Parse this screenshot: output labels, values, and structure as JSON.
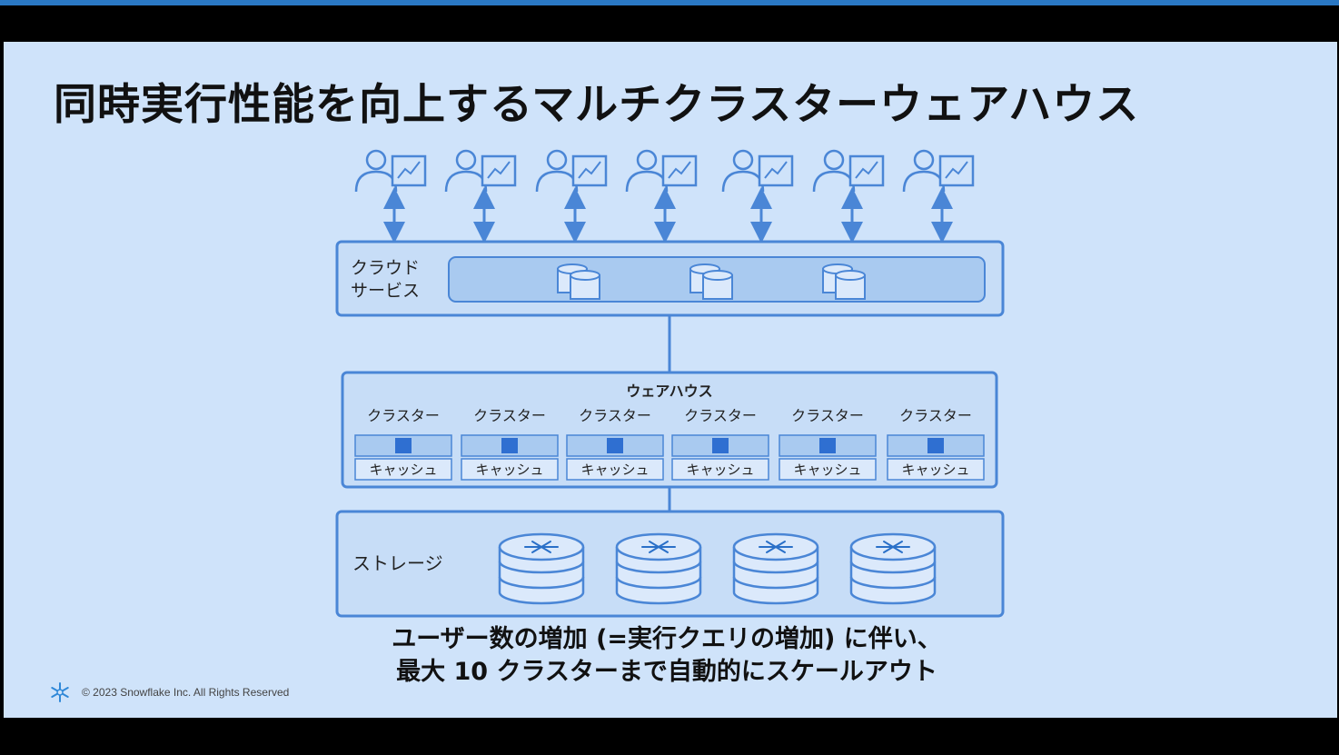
{
  "slide": {
    "title": "同時実行性能を向上するマルチクラスターウェアハウス",
    "footer": "© 2023 Snowflake Inc. All Rights Reserved",
    "caption_line1": "ユーザー数の増加 (=実行クエリの増加) に伴い、",
    "caption_line2": "最大 10 クラスターまで自動的にスケールアウト"
  },
  "diagram": {
    "user_count": 7,
    "cloud_services": {
      "label_line1": "クラウド",
      "label_line2": "サービス",
      "db_icon_count": 3
    },
    "warehouse": {
      "title": "ウェアハウス",
      "clusters": [
        {
          "label": "クラスター",
          "cache": "キャッシュ"
        },
        {
          "label": "クラスター",
          "cache": "キャッシュ"
        },
        {
          "label": "クラスター",
          "cache": "キャッシュ"
        },
        {
          "label": "クラスター",
          "cache": "キャッシュ"
        },
        {
          "label": "クラスター",
          "cache": "キャッシュ"
        },
        {
          "label": "クラスター",
          "cache": "キャッシュ"
        }
      ]
    },
    "storage": {
      "label": "ストレージ",
      "disk_count": 4
    }
  },
  "colors": {
    "slide_bg": "#cfe3fa",
    "accent": "#4a86d6",
    "fill": "#a9caf0",
    "square": "#2f6fd1"
  }
}
